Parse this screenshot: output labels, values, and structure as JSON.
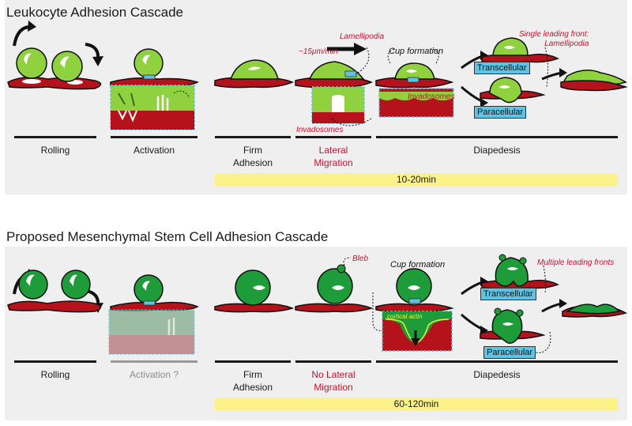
{
  "top": {
    "title": "Leukocyte Adhesion Cascade",
    "stages": {
      "rolling": "Rolling",
      "activation": "Activation",
      "firm1": "Firm",
      "firm2": "Adhesion",
      "lat1": "Lateral",
      "lat2": "Migration",
      "diapedesis": "Diapedesis"
    },
    "time": "10-20min",
    "annotations": {
      "speed": "~15μm/min",
      "lamellipodia": "Lamellipodia",
      "invadosomes_a": "Invadosomes",
      "invadosomes_b": "Invadosomes",
      "cup": "Cup formation",
      "single_front1": "Single leading front:",
      "single_front2": "Lamellipodia",
      "transcellular": "Transcellular",
      "paracellular": "Paracellular"
    }
  },
  "bottom": {
    "title": "Proposed Mesenchymal Stem Cell Adhesion Cascade",
    "stages": {
      "rolling": "Rolling",
      "activation": "Activation ?",
      "firm1": "Firm",
      "firm2": "Adhesion",
      "lat1": "No Lateral",
      "lat2": "Migration",
      "diapedesis": "Diapedesis"
    },
    "time": "60-120min",
    "annotations": {
      "bleb": "Bleb",
      "cup": "Cup formation",
      "cortical": "cortical actin",
      "multiple": "Multiple leading fronts",
      "transcellular": "Transcellular",
      "paracellular": "Paracellular"
    }
  },
  "colors": {
    "leukocyte": "#8fd13f",
    "msc": "#1e9c3a",
    "endothelium": "#b5121b",
    "highlight": "#5fc3e4",
    "time_band": "#fbf28a"
  }
}
